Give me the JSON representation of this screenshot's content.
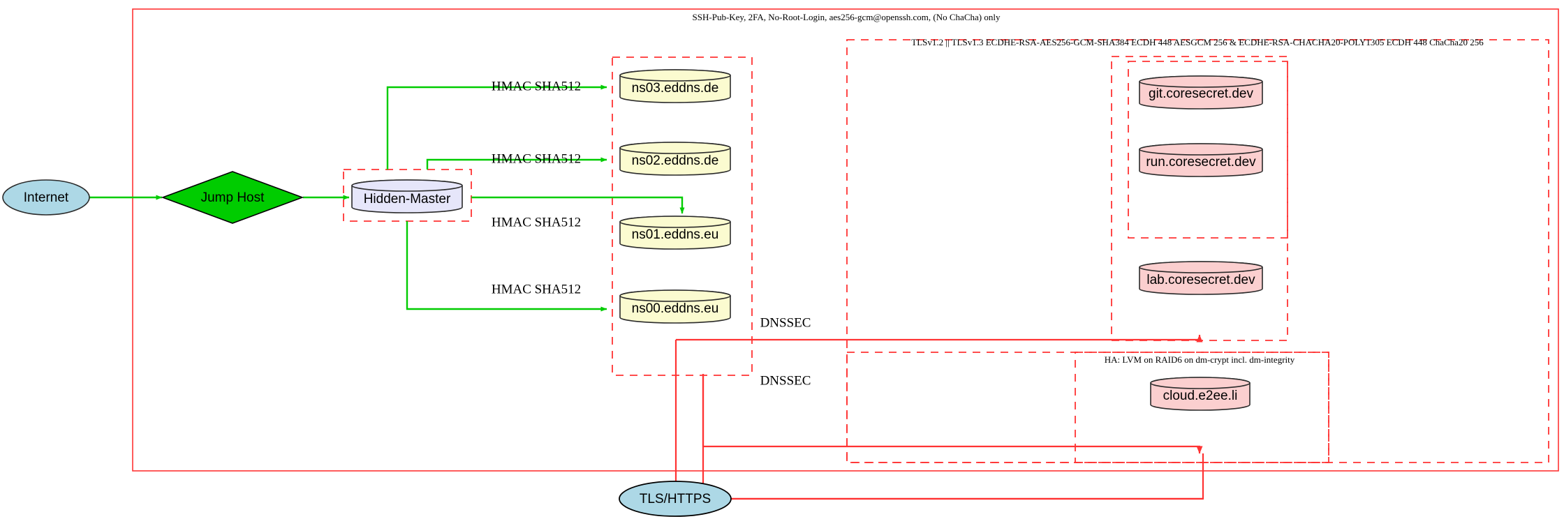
{
  "diagram": {
    "title_security_label": "SSH-Pub-Key, 2FA, No-Root-Login, aes256-gcm@openssh.com, (No ChaCha) only",
    "tls_cluster_label": "TLSv1.2 || TLSv1.3 ECDHE-RSA-AES256-GCM-SHA384 ECDH 448 AESGCM 256 & ECDHE-RSA-CHACHA20-POLY1305 ECDH 448 ChaCha20 256",
    "ha_cluster_label": "HA: LVM on RAID6 on dm-crypt incl. dm-integrity"
  },
  "nodes": {
    "internet": {
      "label": "Internet",
      "shape": "ellipse",
      "fill": "#add8e6"
    },
    "jump_host": {
      "label": "Jump Host",
      "shape": "diamond",
      "fill": "#00cc00"
    },
    "hidden_master": {
      "label": "Hidden-Master",
      "shape": "cylinder",
      "fill": "#e6e6fa"
    },
    "ns03": {
      "label": "ns03.eddns.de",
      "shape": "cylinder",
      "fill": "#fbfbd0"
    },
    "ns02": {
      "label": "ns02.eddns.de",
      "shape": "cylinder",
      "fill": "#fbfbd0"
    },
    "ns01": {
      "label": "ns01.eddns.eu",
      "shape": "cylinder",
      "fill": "#fbfbd0"
    },
    "ns00": {
      "label": "ns00.eddns.eu",
      "shape": "cylinder",
      "fill": "#fbfbd0"
    },
    "git": {
      "label": "git.coresecret.dev",
      "shape": "cylinder",
      "fill": "#fbcfcf"
    },
    "run": {
      "label": "run.coresecret.dev",
      "shape": "cylinder",
      "fill": "#fbcfcf"
    },
    "lab": {
      "label": "lab.coresecret.dev",
      "shape": "cylinder",
      "fill": "#fbcfcf"
    },
    "cloud": {
      "label": "cloud.e2ee.li",
      "shape": "cylinder",
      "fill": "#fbcfcf"
    },
    "tls_https": {
      "label": "TLS/HTTPS",
      "shape": "ellipse",
      "fill": "#add8e6"
    }
  },
  "edge_labels": {
    "hmac_ns03": "HMAC SHA512",
    "hmac_ns02": "HMAC SHA512",
    "hmac_ns01": "HMAC SHA512",
    "hmac_ns00": "HMAC SHA512",
    "dnssec_upper": "DNSSEC",
    "dnssec_lower": "DNSSEC"
  },
  "colors": {
    "edge_green": "#00cc00",
    "edge_red": "#ff3333",
    "cluster_border": "#ff3333",
    "node_stroke": "#2a2a2a",
    "internet_fill": "#add8e6",
    "jump_fill": "#00cc00",
    "master_fill": "#e6e6fa",
    "dns_fill": "#fbfbd0",
    "service_fill": "#fbcfcf"
  }
}
